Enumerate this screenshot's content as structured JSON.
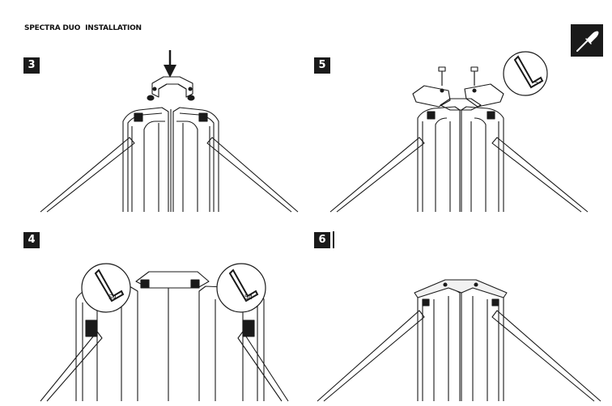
{
  "document": {
    "title": "SPECTRA DUO  INSTALLATION"
  },
  "steps": [
    {
      "number": "3"
    },
    {
      "number": "5"
    },
    {
      "number": "4"
    },
    {
      "number": "6"
    }
  ],
  "callouts": {
    "step5_allen_key": "5-",
    "step4_allen_key_left": "S4",
    "step4_allen_key_right": "S4"
  },
  "icons": {
    "tool_badge": "screwdriver-icon"
  },
  "colors": {
    "ink": "#1a1a1a",
    "paper": "#ffffff"
  }
}
